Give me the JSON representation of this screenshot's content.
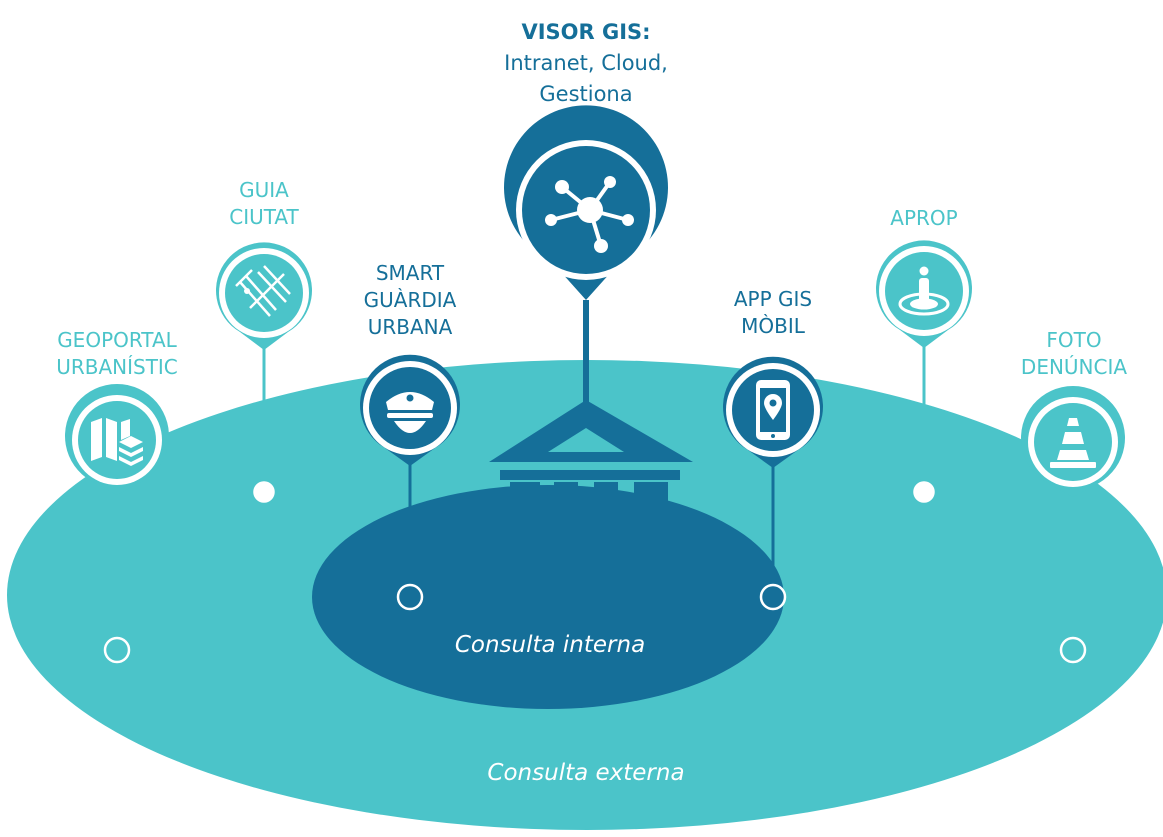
{
  "colors": {
    "teal": "#4bc4c9",
    "dark_blue": "#156f99",
    "white": "#ffffff"
  },
  "zones": {
    "outer_label": "Consulta externa",
    "inner_label": "Consulta interna"
  },
  "center": {
    "icon": "government-building-icon",
    "pin_icon": "network-hub-icon",
    "label": [
      "VISOR GIS:",
      "Intranet, Cloud,",
      "Gestiona"
    ]
  },
  "apps": {
    "geoportal": {
      "label": [
        "GEOPORTAL",
        "URBANÍSTIC"
      ],
      "icon": "map-layers-icon",
      "zone": "externa"
    },
    "guia": {
      "label": [
        "GUIA",
        "CIUTAT"
      ],
      "icon": "street-map-icon",
      "zone": "externa"
    },
    "smart": {
      "label": [
        "SMART",
        "GUÀRDIA",
        "URBANA"
      ],
      "icon": "police-cap-icon",
      "zone": "interna"
    },
    "appgis": {
      "label": [
        "APP GIS",
        "MÒBIL"
      ],
      "icon": "smartphone-location-icon",
      "zone": "interna"
    },
    "aprop": {
      "label": [
        "APROP"
      ],
      "icon": "person-location-icon",
      "zone": "externa"
    },
    "foto": {
      "label": [
        "FOTO",
        "DENÚNCIA"
      ],
      "icon": "traffic-cone-icon",
      "zone": "externa"
    }
  }
}
